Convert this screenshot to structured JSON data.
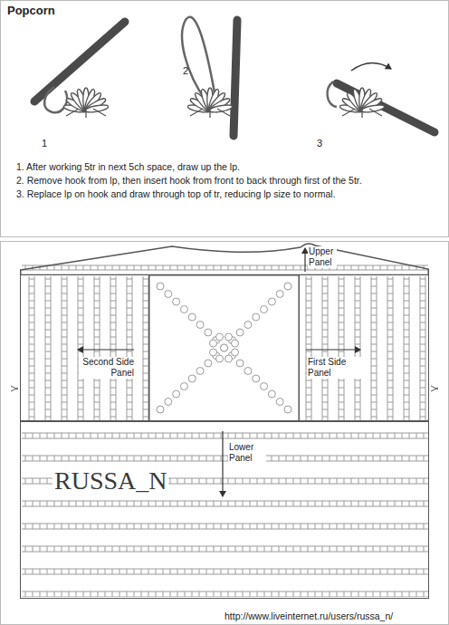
{
  "diagram": {
    "title": "Popcorn",
    "nodes": [
      {
        "text": [
          "Upper Panel"
        ]
      },
      {
        "text": [
          "Second Side Panel"
        ]
      },
      {
        "text": [
          "First Side Panel"
        ]
      },
      {
        "text": [
          "Lower Panel"
        ]
      }
    ],
    "labels": [
      "1",
      "2",
      "3",
      "1. After working 5tr in next 5ch space, draw up the lp.",
      "2. Remove hook from lp, then insert hook from front to back through first of the 5tr.",
      "3. Replace lp on hook and draw through top of tr, reducing lp size to normal.",
      "RUSSA_N",
      "http://www.liveinternet.ru/users/russa_n/"
    ]
  }
}
